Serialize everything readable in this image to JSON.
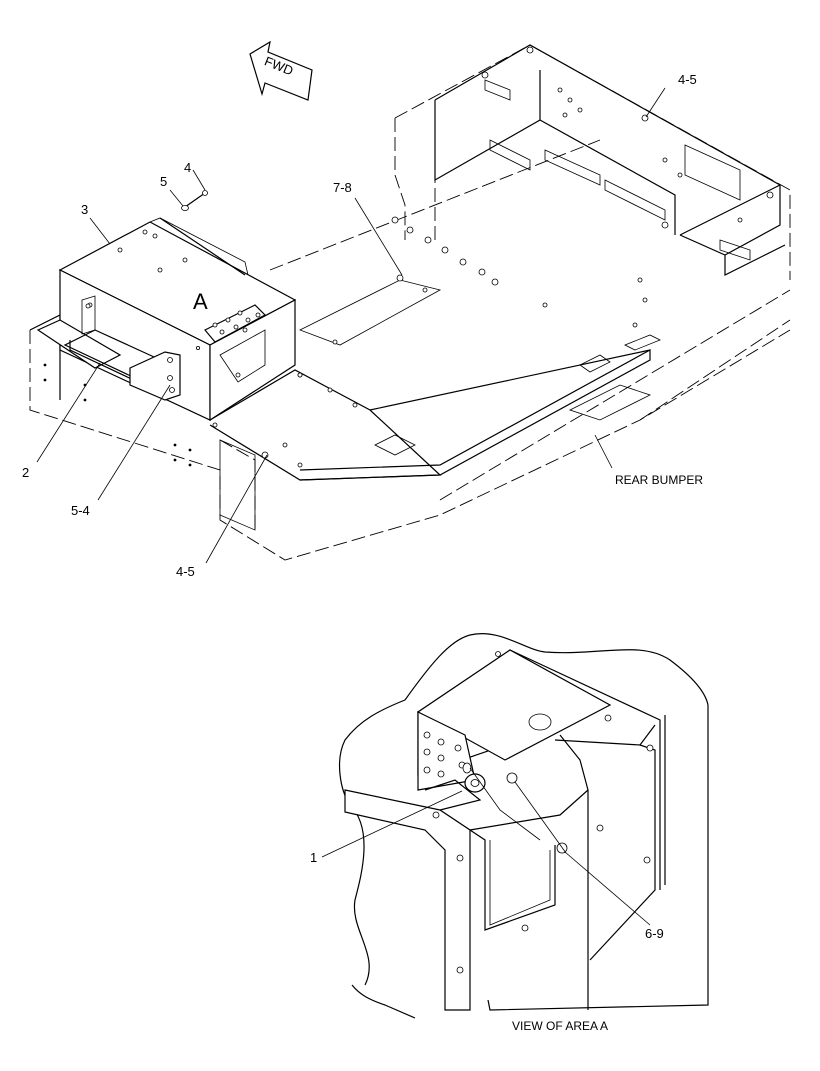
{
  "labels": {
    "fwd": "FWD",
    "area_marker": "A",
    "rear_bumper": "REAR BUMPER",
    "view_caption": "VIEW OF AREA A"
  },
  "callouts": [
    {
      "id": "c-3",
      "text": "3"
    },
    {
      "id": "c-5",
      "text": "5"
    },
    {
      "id": "c-4",
      "text": "4"
    },
    {
      "id": "c-7-8",
      "text": "7-8"
    },
    {
      "id": "c-4-5-top",
      "text": "4-5"
    },
    {
      "id": "c-2",
      "text": "2"
    },
    {
      "id": "c-5-4",
      "text": "5-4"
    },
    {
      "id": "c-4-5-bottom",
      "text": "4-5"
    },
    {
      "id": "c-1",
      "text": "1"
    },
    {
      "id": "c-6-9",
      "text": "6-9"
    }
  ]
}
